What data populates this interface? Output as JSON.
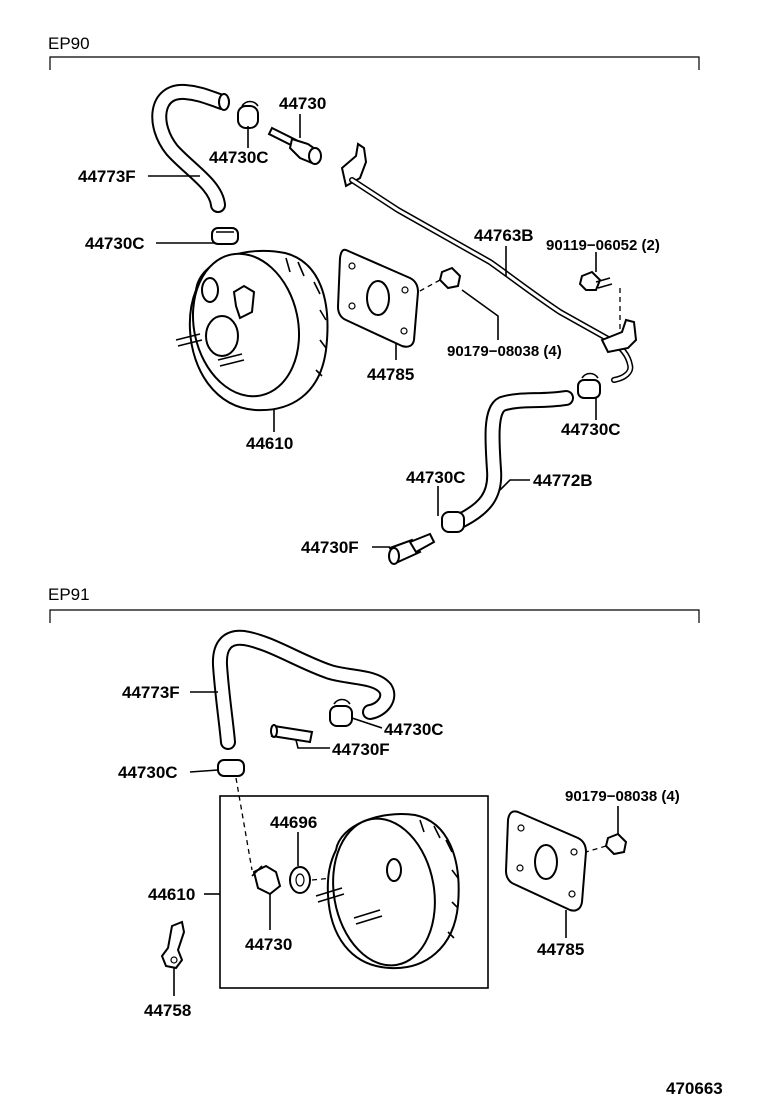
{
  "sections": {
    "ep90": {
      "title": "EP90",
      "labels": {
        "p44730": "44730",
        "p44730c_top": "44730C",
        "p44773f": "44773F",
        "p44730c_left": "44730C",
        "p44763b": "44763B",
        "p90119": "90119−06052 (2)",
        "p90179": "90179−08038 (4)",
        "p44785": "44785",
        "p44610": "44610",
        "p44730c_right": "44730C",
        "p44730c_mid": "44730C",
        "p44772b": "44772B",
        "p44730f": "44730F"
      }
    },
    "ep91": {
      "title": "EP91",
      "labels": {
        "p44773f": "44773F",
        "p44730c_right": "44730C",
        "p44730f": "44730F",
        "p44730c_left": "44730C",
        "p44696": "44696",
        "p44610": "44610",
        "p44730": "44730",
        "p44758": "44758",
        "p90179": "90179−08038 (4)",
        "p44785": "44785"
      }
    }
  },
  "diagram_number": "470663"
}
